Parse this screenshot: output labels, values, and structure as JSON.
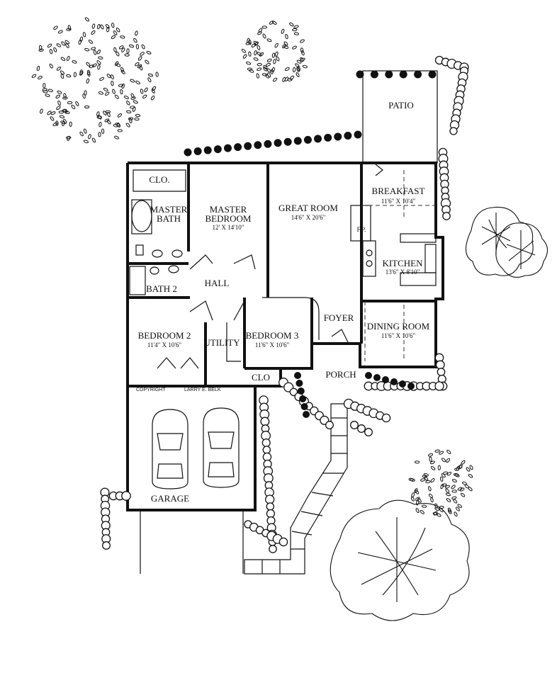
{
  "rooms": {
    "patio": {
      "name": "PATIO"
    },
    "closet_master": {
      "name": "CLO."
    },
    "master_bath": {
      "line1": "MASTER",
      "line2": "BATH"
    },
    "master_bedroom": {
      "line1": "MASTER",
      "line2": "BEDROOM",
      "dims": "12' X 14'10\""
    },
    "great_room": {
      "name": "GREAT ROOM",
      "dims": "14'6\" X 20'6\""
    },
    "breakfast": {
      "name": "BREAKFAST",
      "dims": "11'6\" X 10'4\""
    },
    "fireplace": {
      "name": "F.P."
    },
    "kitchen": {
      "name": "KITCHEN",
      "dims": "13'6\" X 8'10\""
    },
    "bath2": {
      "name": "BATH 2"
    },
    "hall": {
      "name": "HALL"
    },
    "bedroom2": {
      "name": "BEDROOM 2",
      "dims": "11'4\" X 10'6\""
    },
    "utility": {
      "name": "UTILITY"
    },
    "bedroom3": {
      "name": "BEDROOM 3",
      "dims": "11'6\" X 10'6\""
    },
    "foyer": {
      "name": "FOYER"
    },
    "dining": {
      "name": "DINING ROOM",
      "dims": "11'6\" X 10'6\""
    },
    "closet_bed3": {
      "name": "CLO"
    },
    "porch": {
      "name": "PORCH"
    },
    "garage": {
      "name": "GARAGE"
    }
  },
  "copyright": {
    "label": "COPYRIGHT",
    "author": "LARRY E. BELK"
  }
}
